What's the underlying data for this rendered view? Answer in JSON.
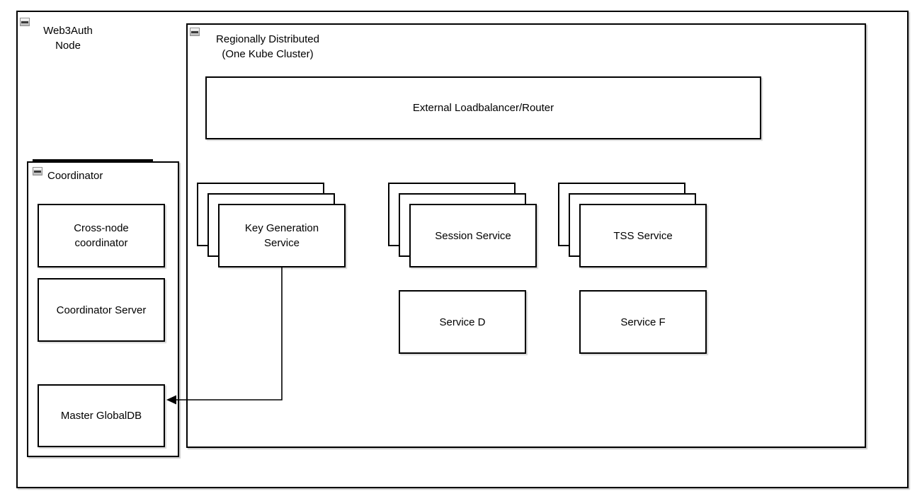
{
  "diagram": {
    "outer_container": {
      "label": "Web3Auth\nNode"
    },
    "regional_container": {
      "label": "Regionally Distributed\n(One Kube Cluster)"
    },
    "coordinator_container": {
      "label": "Coordinator"
    },
    "nodes": {
      "loadbalancer": "External Loadbalancer/Router",
      "key_generation": "Key Generation\nService",
      "session": "Session Service",
      "tss": "TSS Service",
      "service_d": "Service D",
      "service_f": "Service F",
      "cross_node": "Cross-node\ncoordinator",
      "coordinator_server": "Coordinator Server",
      "master_globaldb": "Master GlobalDB"
    },
    "stacks": {
      "layers_per_stack": 3
    },
    "edges": [
      {
        "from": "Key Generation Service",
        "to": "Master GlobalDB",
        "type": "orthogonal-arrow"
      }
    ],
    "icons": {
      "collapse": "minus-in-square"
    },
    "colors": {
      "border": "#000000",
      "fill": "#ffffff",
      "shadow": "#c9c9c9",
      "text": "#000000"
    }
  }
}
